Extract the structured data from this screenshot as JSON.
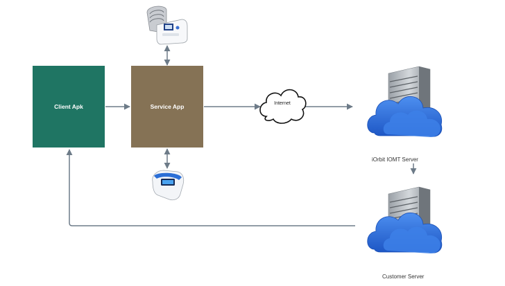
{
  "nodes": {
    "client": "Client Apk",
    "service": "Service App",
    "internet": "Internet",
    "iorbit_server": "iOrbit IOMT Server",
    "customer_server": "Customer Server"
  },
  "colors": {
    "client_box": "#1f7563",
    "service_box": "#857255",
    "connector": "#6d7b88",
    "cloud": "#2f6fd6"
  },
  "icons": [
    "blood-pressure-monitor-icon",
    "pulse-oximeter-icon",
    "internet-cloud-icon",
    "server-cloud-icon"
  ]
}
